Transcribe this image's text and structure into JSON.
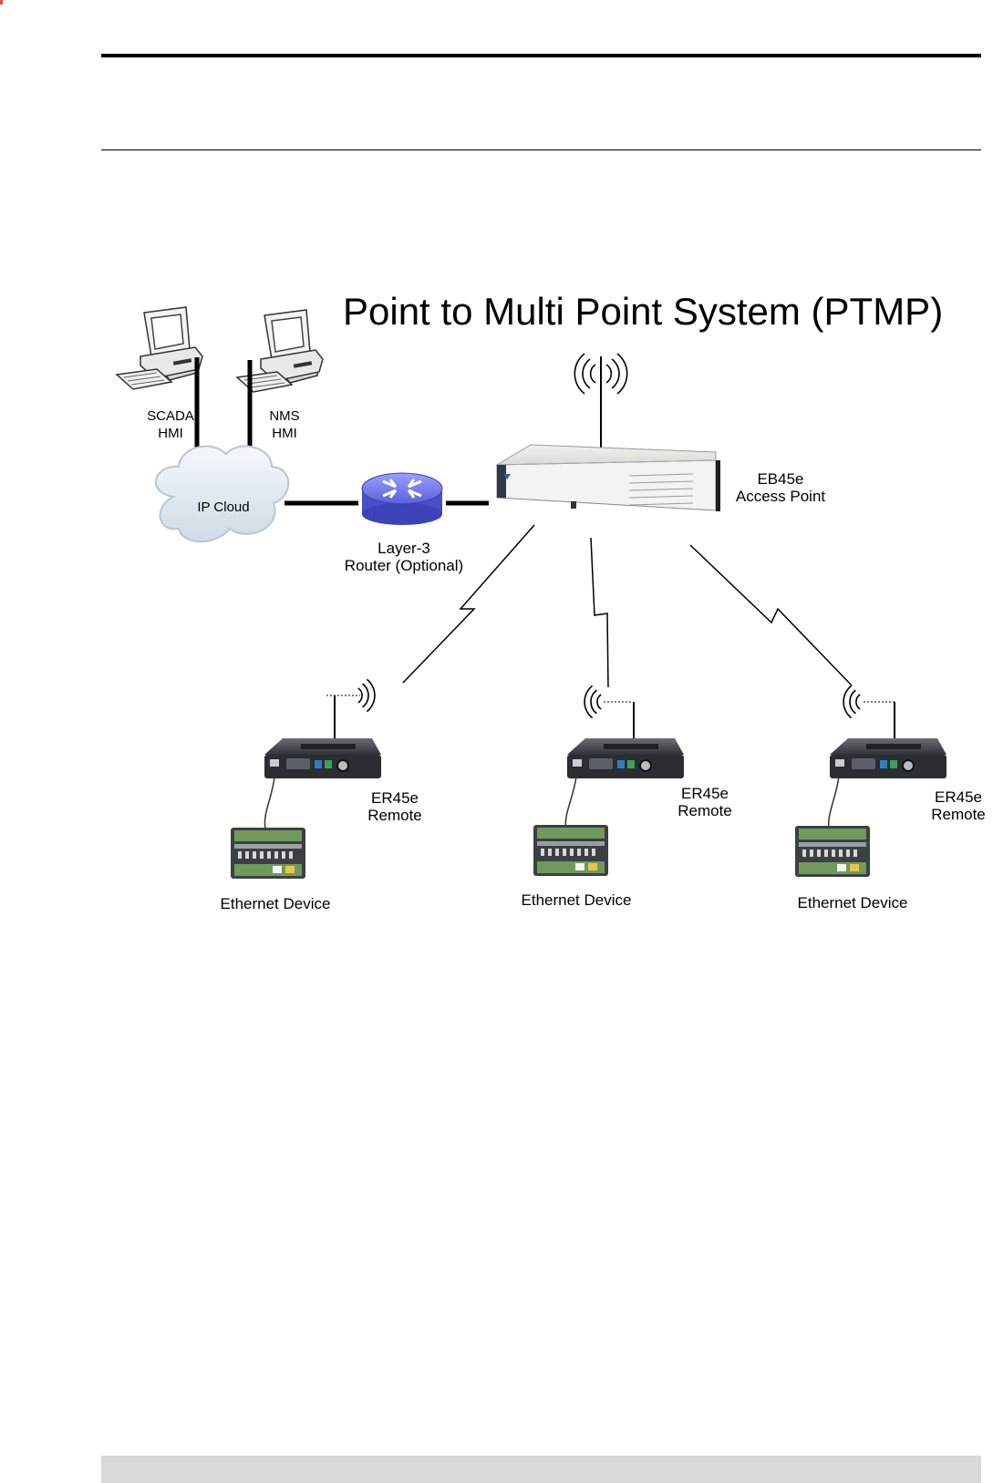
{
  "diagram": {
    "title": "Point to Multi Point System (PTMP)",
    "nodes": {
      "scada": {
        "line1": "SCADA",
        "line2": "HMI"
      },
      "nms": {
        "line1": "NMS",
        "line2": "HMI"
      },
      "cloud": {
        "label": "IP Cloud"
      },
      "router": {
        "line1": "Layer-3",
        "line2": "Router (Optional)"
      },
      "access_point": {
        "line1": "EB45e",
        "line2": "Access Point"
      },
      "remotes": [
        {
          "line1": "ER45e",
          "line2": "Remote",
          "device": "Ethernet Device"
        },
        {
          "line1": "ER45e",
          "line2": "Remote",
          "device": "Ethernet Device"
        },
        {
          "line1": "ER45e",
          "line2": "Remote",
          "device": "Ethernet Device"
        }
      ]
    }
  },
  "colors": {
    "router_blue": "#6a6fe0",
    "cloud_fill": "#e4edf5",
    "device_gray": "#3a3d42",
    "module_green": "#6f9a5c",
    "footer_gray": "#d9d9d9",
    "corner_mark": "#e8502a"
  }
}
